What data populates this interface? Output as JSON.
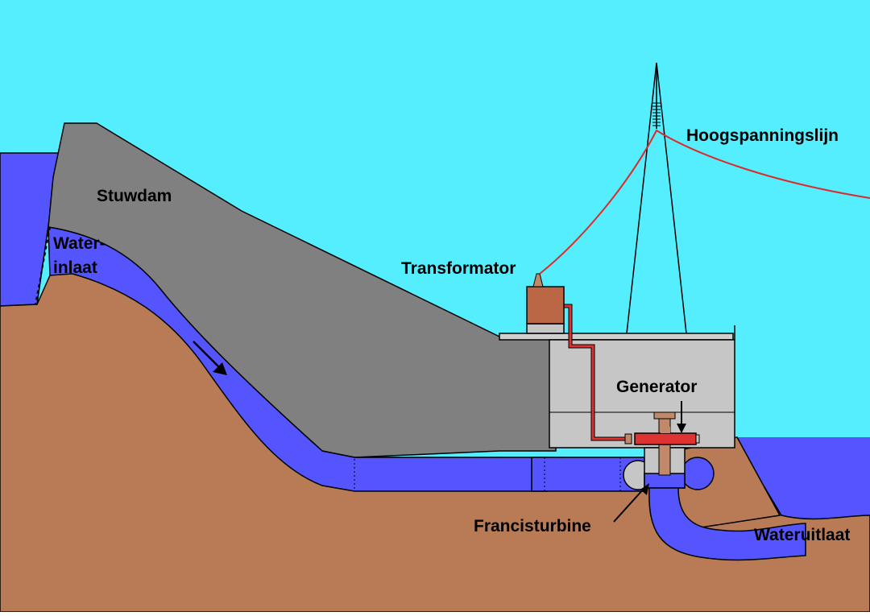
{
  "labels": {
    "dam": "Stuwdam",
    "intake_line1": "Water-",
    "intake_line2": "inlaat",
    "transformer": "Transformator",
    "power_line": "Hoogspanningslijn",
    "generator": "Generator",
    "turbine": "Francisturbine",
    "outlet": "Wateruitlaat"
  },
  "colors": {
    "sky": "#55eeff",
    "water": "#5555ff",
    "ground": "#b87b55",
    "dam": "#808080",
    "building": "#c6c6c6",
    "transformer": "#bb6644",
    "generator": "#dd3333",
    "shaft": "#c08a6a",
    "power_line": "#dd2a2a"
  }
}
